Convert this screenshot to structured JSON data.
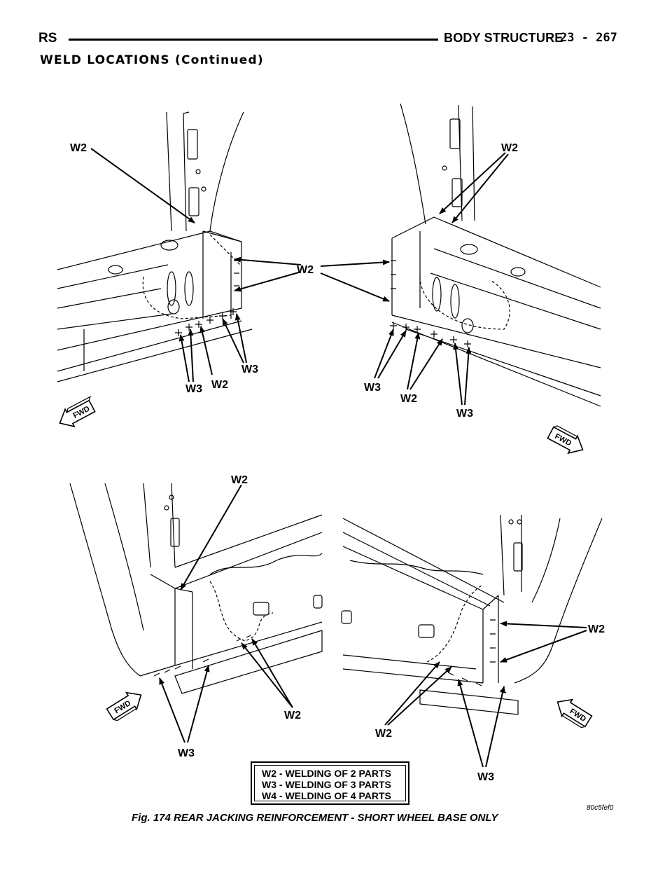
{
  "header": {
    "section_code": "RS",
    "chapter_title": "BODY STRUCTURE",
    "page_number": "23 - 267"
  },
  "section_title": "WELD LOCATIONS (Continued)",
  "callouts": {
    "w2": "W2",
    "w3": "W3"
  },
  "fwd_label": "FWD",
  "legend": [
    "W2 - WELDING OF 2 PARTS",
    "W3 - WELDING OF 3 PARTS",
    "W4 - WELDING OF 4 PARTS"
  ],
  "figure_code": "80c5fef0",
  "caption": "Fig. 174 REAR JACKING REINFORCEMENT - SHORT WHEEL BASE ONLY"
}
